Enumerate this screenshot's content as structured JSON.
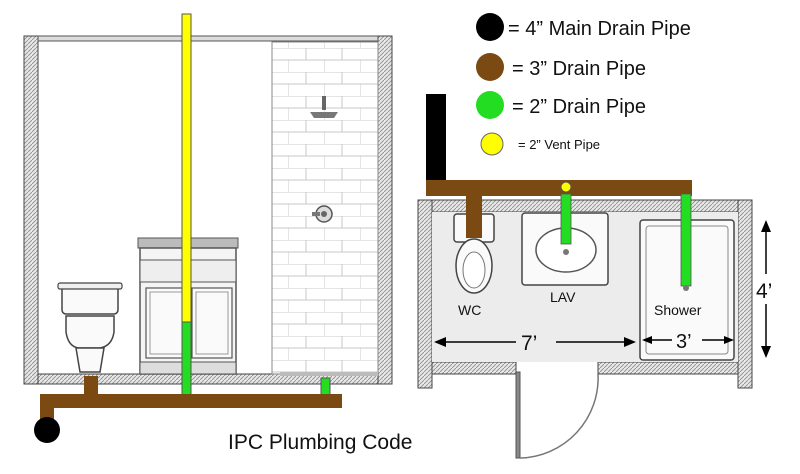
{
  "legend": {
    "items": [
      {
        "label": "= 4” Main Drain Pipe",
        "color": "#000000"
      },
      {
        "label": "= 3” Drain Pipe",
        "color": "#7a4a12"
      },
      {
        "label": "= 2” Drain Pipe",
        "color": "#22dd22"
      },
      {
        "label": "= 2” Vent Pipe",
        "color": "#ffff00"
      }
    ]
  },
  "caption": "IPC Plumbing Code",
  "plan": {
    "wc_label": "WC",
    "lav_label": "LAV",
    "shower_label": "Shower",
    "width_dim": "7’",
    "shower_dim": "3’",
    "depth_dim": "4’"
  },
  "colors": {
    "main_drain": "#000000",
    "drain_3in": "#7a4a12",
    "drain_2in": "#22dd22",
    "vent_2in": "#ffff00",
    "wall_hatch": "#9a9a9a"
  }
}
